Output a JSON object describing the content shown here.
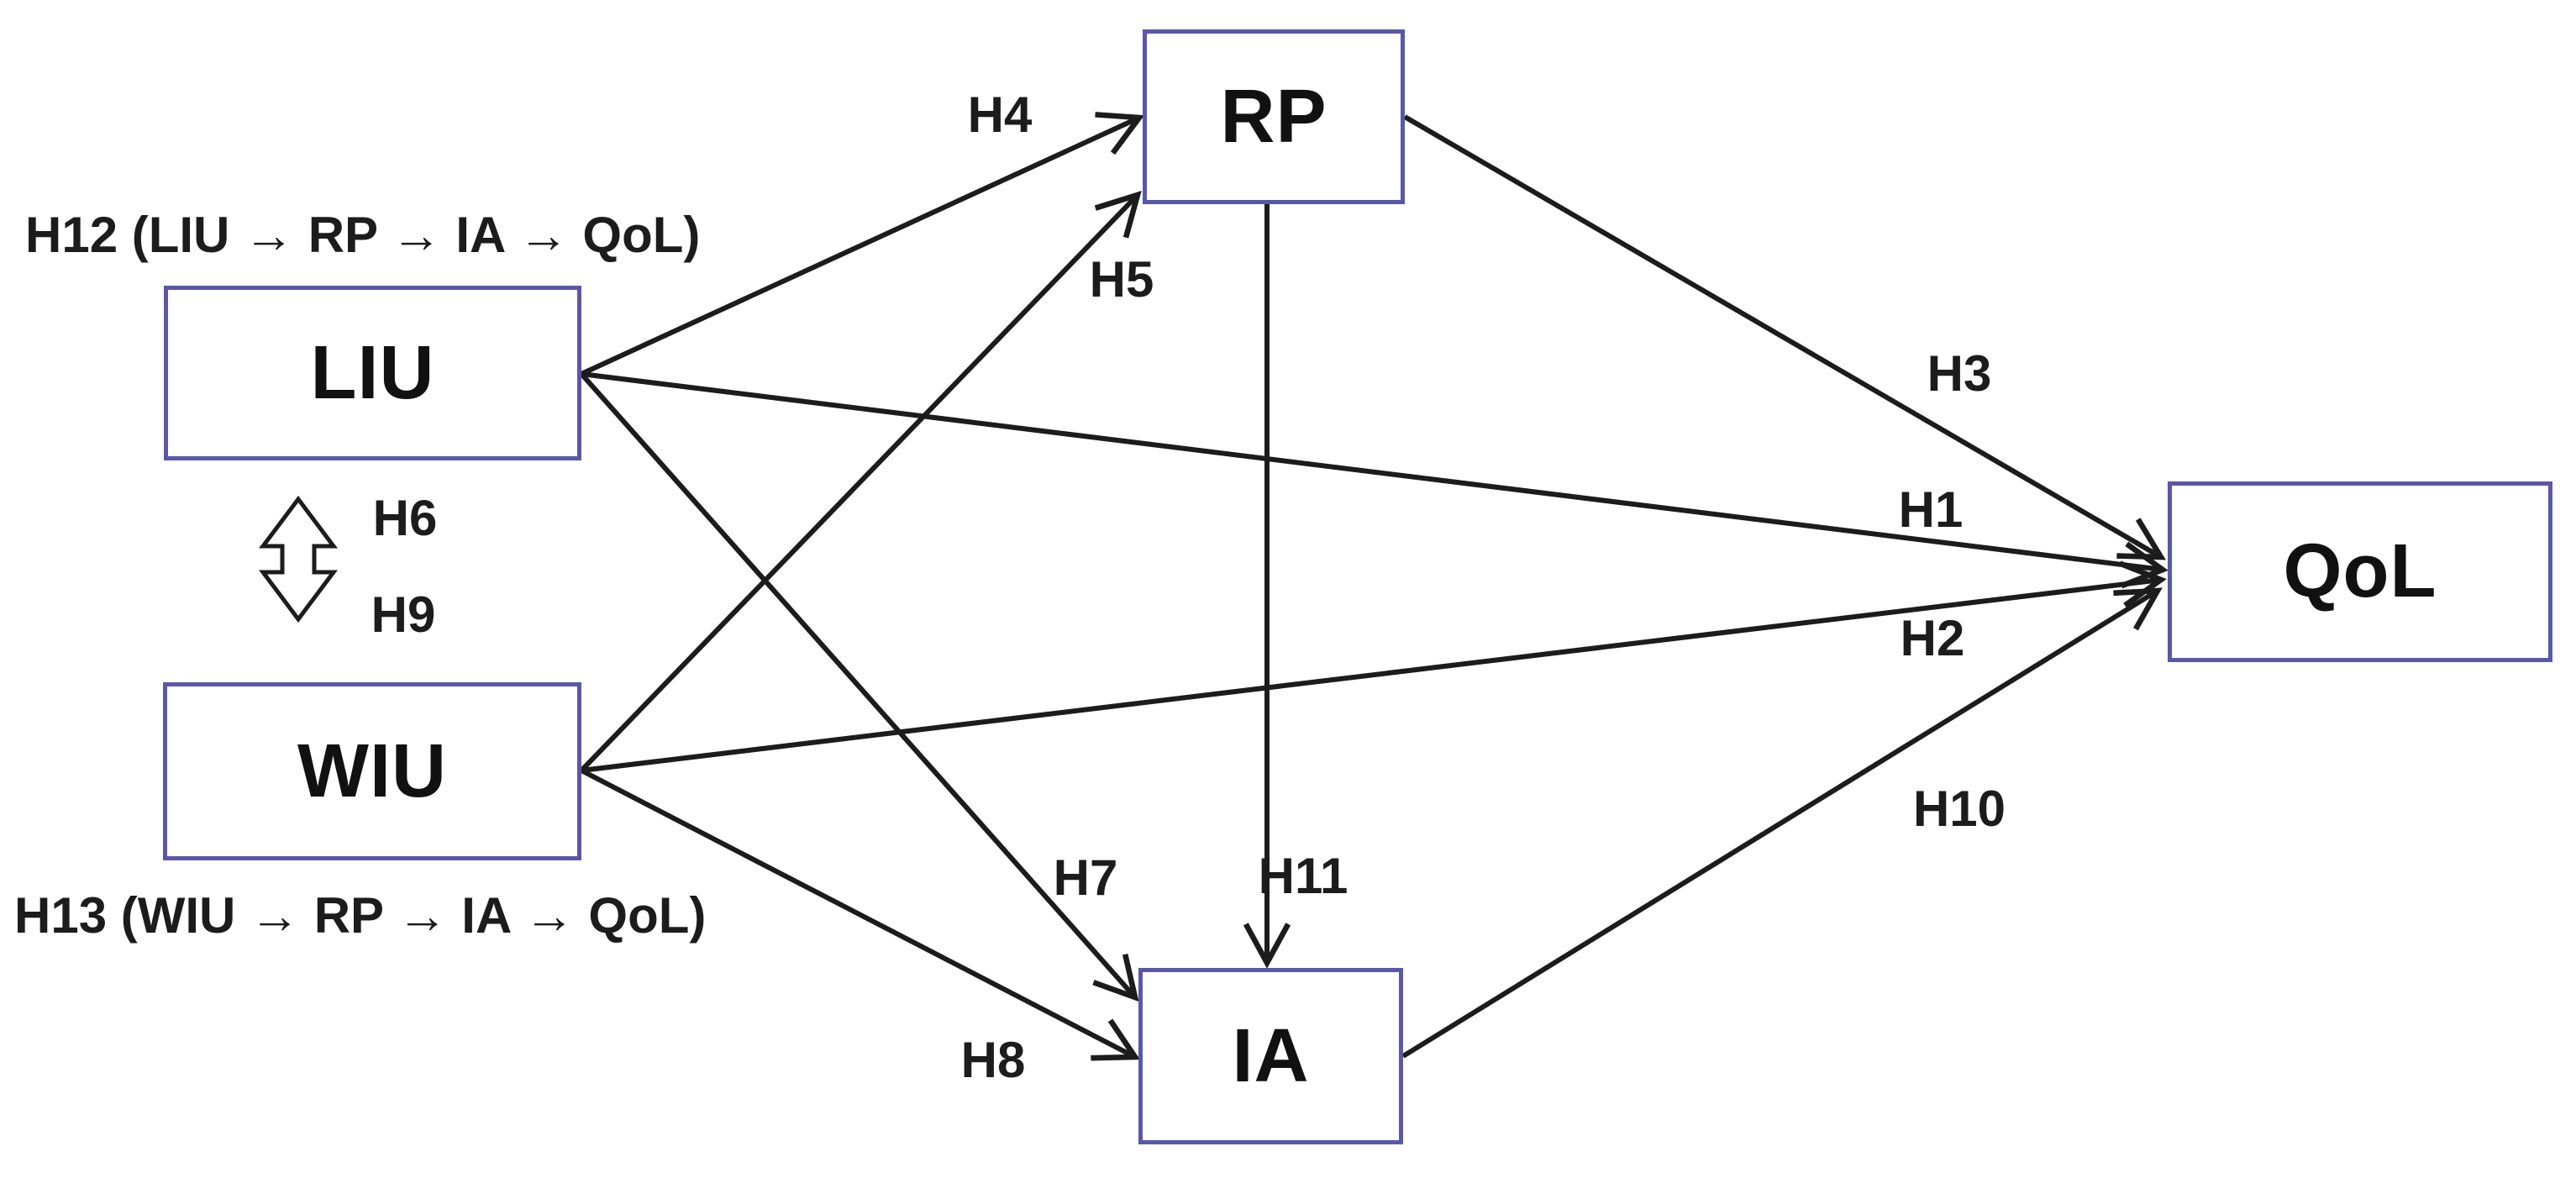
{
  "diagram": {
    "type": "hypothesis-path-model",
    "colors": {
      "box_border": "#5b57a8",
      "line": "#1c1c1c",
      "text": "#111111",
      "background": "#ffffff"
    },
    "nodes": [
      {
        "id": "LIU",
        "label": "LIU"
      },
      {
        "id": "WIU",
        "label": "WIU"
      },
      {
        "id": "RP",
        "label": "RP"
      },
      {
        "id": "IA",
        "label": "IA"
      },
      {
        "id": "QoL",
        "label": "QoL"
      }
    ],
    "edges": [
      {
        "label": "H1",
        "from": "LIU",
        "to": "QoL",
        "type": "directed"
      },
      {
        "label": "H2",
        "from": "WIU",
        "to": "QoL",
        "type": "directed"
      },
      {
        "label": "H3",
        "from": "RP",
        "to": "QoL",
        "type": "directed"
      },
      {
        "label": "H4",
        "from": "LIU",
        "to": "RP",
        "type": "directed"
      },
      {
        "label": "H5",
        "from": "WIU",
        "to": "RP",
        "type": "directed"
      },
      {
        "label": "H6",
        "from": "LIU",
        "to": "WIU",
        "type": "correlation"
      },
      {
        "label": "H7",
        "from": "LIU",
        "to": "IA",
        "type": "directed"
      },
      {
        "label": "H8",
        "from": "WIU",
        "to": "IA",
        "type": "directed"
      },
      {
        "label": "H9",
        "from": "WIU",
        "to": "LIU",
        "type": "correlation"
      },
      {
        "label": "H10",
        "from": "IA",
        "to": "QoL",
        "type": "directed"
      },
      {
        "label": "H11",
        "from": "RP",
        "to": "IA",
        "type": "directed"
      }
    ],
    "annotations": [
      {
        "label": "H12 (LIU → RP → IA → QoL)"
      },
      {
        "label": "H13 (WIU → RP → IA → QoL)"
      }
    ]
  }
}
